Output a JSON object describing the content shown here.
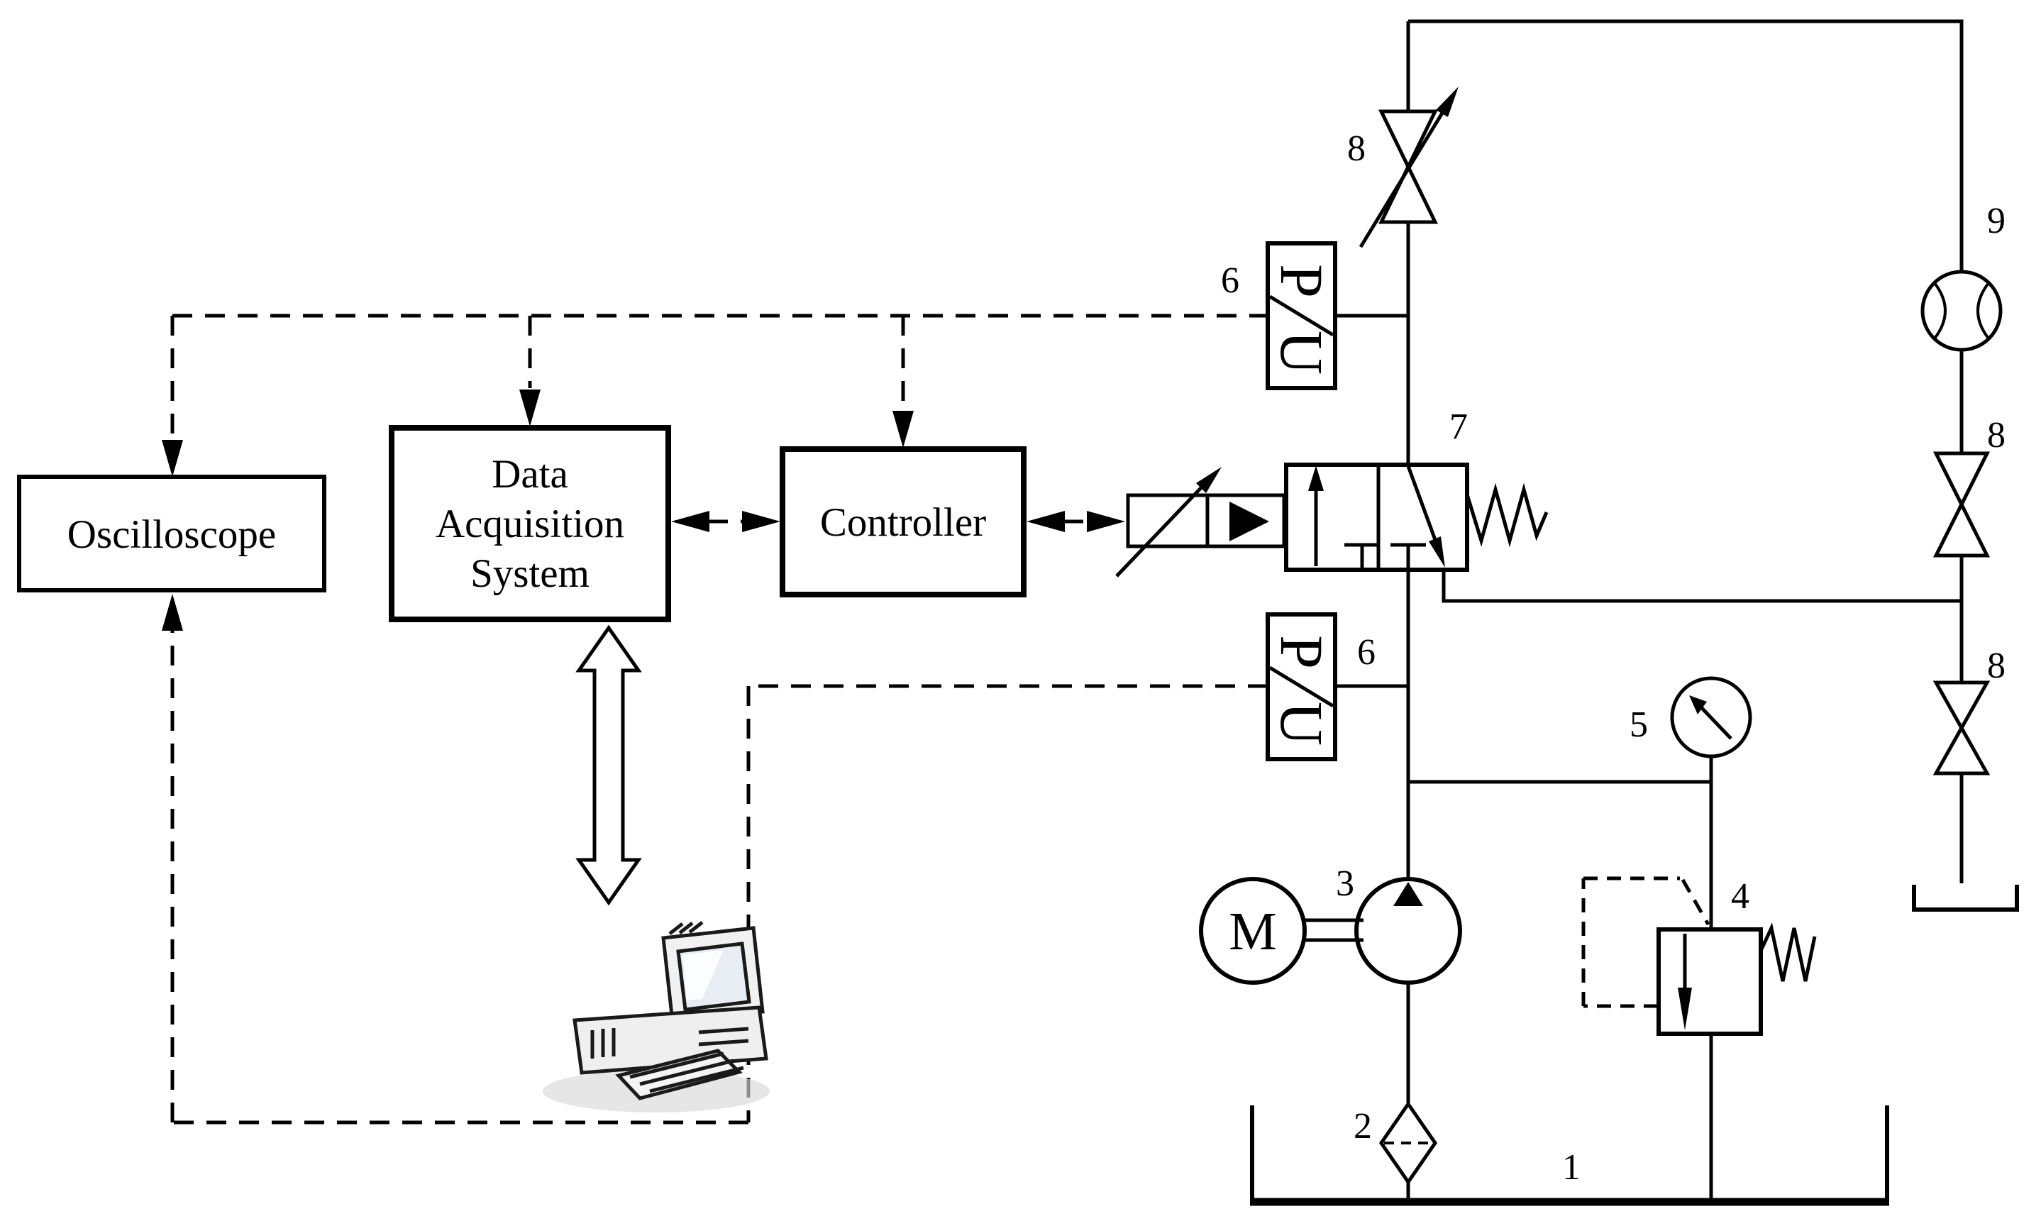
{
  "blocks": {
    "oscilloscope": {
      "label": "Oscilloscope"
    },
    "data_acquisition_system": {
      "line1": "Data",
      "line2": "Acquisition",
      "line3": "System"
    },
    "controller": {
      "label": "Controller"
    }
  },
  "components": {
    "tank": {
      "number": "1"
    },
    "filter": {
      "number": "2"
    },
    "pump": {
      "number": "3"
    },
    "motor": {
      "letter": "M"
    },
    "relief_valve": {
      "number": "4"
    },
    "pressure_gauge": {
      "number": "5"
    },
    "pressure_transducer_upper": {
      "number": "6",
      "p": "P",
      "u": "U"
    },
    "pressure_transducer_lower": {
      "number": "6",
      "p": "P",
      "u": "U"
    },
    "directional_valve": {
      "number": "7"
    },
    "throttle_valve_top": {
      "number": "8"
    },
    "throttle_valve_right_upper": {
      "number": "8"
    },
    "throttle_valve_right_lower": {
      "number": "8"
    },
    "flow_meter": {
      "number": "9"
    }
  },
  "colors": {
    "line": "#000000",
    "background": "#ffffff",
    "clipart_body": "#f1f1f1",
    "clipart_screen": "#e7edf3",
    "clipart_shadow": "#d8d8d8"
  }
}
